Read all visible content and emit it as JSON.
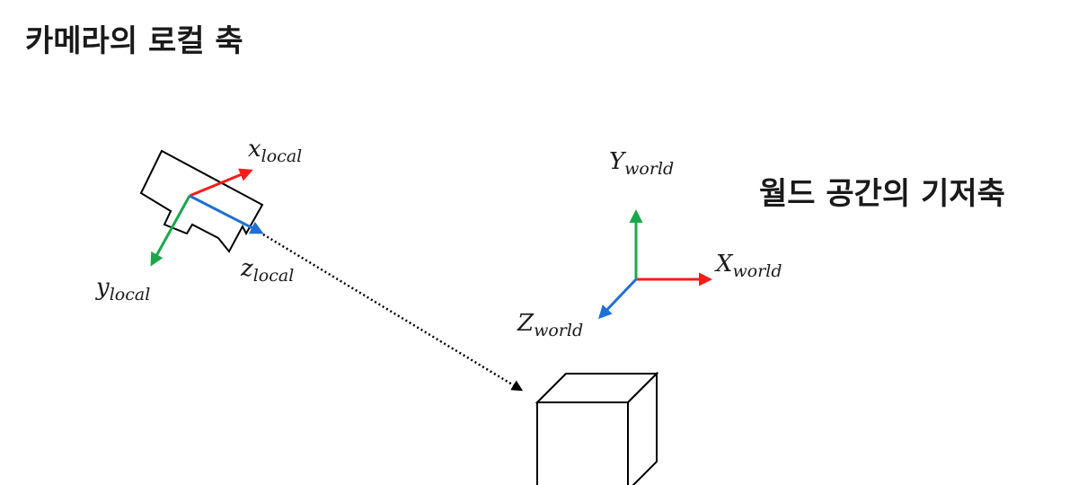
{
  "title": "카메라의 로컬 축",
  "world_caption": "월드 공간의 기저축",
  "camera_axes": {
    "x": {
      "base": "x",
      "subscript": "local"
    },
    "y": {
      "base": "y",
      "subscript": "local"
    },
    "z": {
      "base": "z",
      "subscript": "local"
    }
  },
  "world_axes": {
    "x": {
      "base": "X",
      "subscript": "world"
    },
    "y": {
      "base": "Y",
      "subscript": "world"
    },
    "z": {
      "base": "Z",
      "subscript": "world"
    }
  },
  "colors": {
    "x_axis": "#ff1a1a",
    "y_axis": "#1aa84a",
    "z_axis": "#1f6fd6",
    "outline": "#000000"
  }
}
